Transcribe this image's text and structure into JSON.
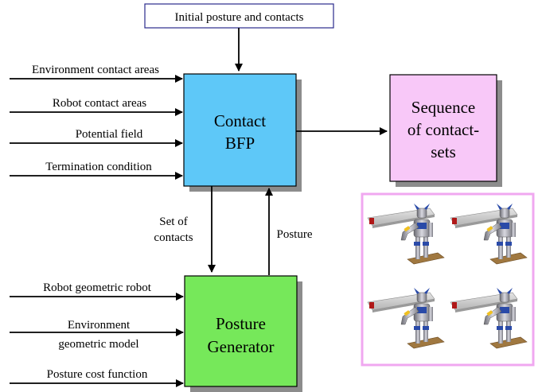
{
  "top_box": {
    "label": "Initial posture and contacts"
  },
  "inputs_bfp": [
    "Environment contact areas",
    "Robot contact areas",
    "Potential field",
    "Termination condition"
  ],
  "bfp_box": {
    "line1": "Contact",
    "line2": "BFP"
  },
  "output_box": {
    "line1": "Sequence",
    "line2": "of contact-",
    "line3": "sets"
  },
  "links": {
    "down_line1": "Set of",
    "down_line2": "contacts",
    "up": "Posture"
  },
  "inputs_posture": {
    "item1": "Robot geometric robot",
    "item2_line1": "Environment",
    "item2_line2": "geometric model",
    "item3": "Posture cost function"
  },
  "posture_box": {
    "line1": "Posture",
    "line2": "Generator"
  },
  "colors": {
    "bfp_fill": "#5ec8f8",
    "posture_fill": "#76e85a",
    "output_fill": "#f8c8f8",
    "shadow": "#8c8c8c",
    "top_box_border": "#2a2a8c",
    "image_border": "#f0a8f0"
  },
  "robot_image": {
    "panels": 4,
    "description_icon": "humanoid-robot-icon"
  }
}
